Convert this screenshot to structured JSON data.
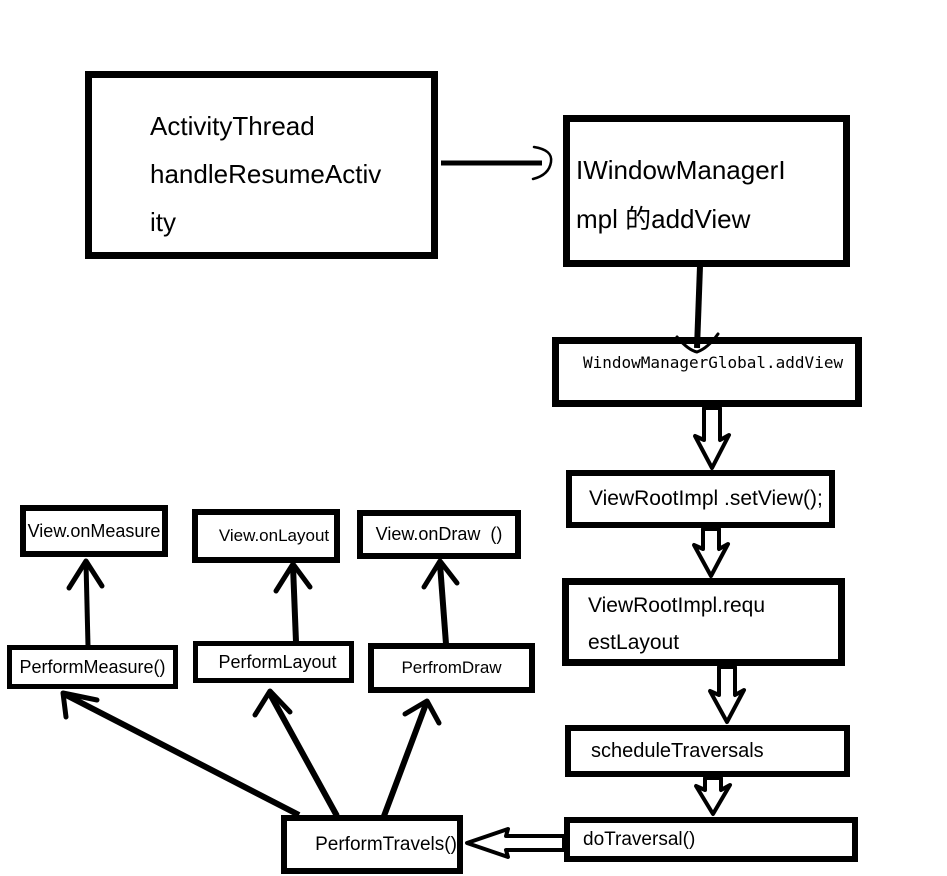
{
  "colors": {
    "background": "#ffffff",
    "stroke": "#000000",
    "text": "#000000",
    "box_fill": "#ffffff"
  },
  "nodes": {
    "activity_thread": {
      "lines": [
        "ActivityThread",
        "handleResumeActiv",
        "ity"
      ]
    },
    "iwindow_manager": {
      "lines": [
        "IWindowManagerI",
        "mpl 的addView"
      ]
    },
    "wmg_addview": {
      "label": "WindowManagerGlobal.addView"
    },
    "setview": {
      "label": "ViewRootImpl .setView();"
    },
    "request_layout": {
      "lines": [
        "ViewRootImpl.requ",
        "estLayout"
      ]
    },
    "schedule_traversals": {
      "label": "scheduleTraversals"
    },
    "do_traversal": {
      "label": "doTraversal()"
    },
    "perform_travels": {
      "label": "PerformTravels()"
    },
    "perform_measure": {
      "label": "PerformMeasure()"
    },
    "perform_layout": {
      "label": "PerformLayout"
    },
    "perfrom_draw": {
      "label": "PerfromDraw"
    },
    "view_on_measure": {
      "label": "View.onMeasure"
    },
    "view_on_layout": {
      "label": "View.onLayout"
    },
    "view_on_draw": {
      "label": "View.onDraw  ()"
    }
  },
  "edges": [
    {
      "from": "activity_thread",
      "to": "iwindow_manager",
      "style": "line-with-curved-hook-arrowhead",
      "direction": "right"
    },
    {
      "from": "iwindow_manager",
      "to": "wmg_addview",
      "style": "line-with-hand-drawn-arrowhead",
      "direction": "down"
    },
    {
      "from": "wmg_addview",
      "to": "setview",
      "style": "hollow-block-arrow",
      "direction": "down"
    },
    {
      "from": "setview",
      "to": "request_layout",
      "style": "hollow-block-arrow",
      "direction": "down"
    },
    {
      "from": "request_layout",
      "to": "schedule_traversals",
      "style": "hollow-block-arrow",
      "direction": "down"
    },
    {
      "from": "schedule_traversals",
      "to": "do_traversal",
      "style": "hollow-block-arrow",
      "direction": "down"
    },
    {
      "from": "do_traversal",
      "to": "perform_travels",
      "style": "hollow-block-arrow",
      "direction": "left"
    },
    {
      "from": "perform_travels",
      "to": "perform_measure",
      "style": "line-with-hand-drawn-arrowhead",
      "direction": "up-left"
    },
    {
      "from": "perform_travels",
      "to": "perform_layout",
      "style": "line-with-hand-drawn-arrowhead",
      "direction": "up-left"
    },
    {
      "from": "perform_travels",
      "to": "perfrom_draw",
      "style": "line-with-hand-drawn-arrowhead",
      "direction": "up-right"
    },
    {
      "from": "perform_measure",
      "to": "view_on_measure",
      "style": "line-with-hand-drawn-arrowhead",
      "direction": "up"
    },
    {
      "from": "perform_layout",
      "to": "view_on_layout",
      "style": "line-with-hand-drawn-arrowhead",
      "direction": "up"
    },
    {
      "from": "perfrom_draw",
      "to": "view_on_draw",
      "style": "line-with-hand-drawn-arrowhead",
      "direction": "up"
    }
  ]
}
